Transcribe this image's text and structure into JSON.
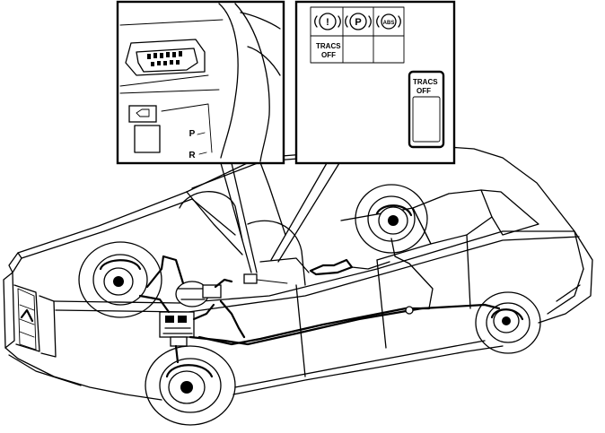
{
  "panel_right": {
    "warning_icons": [
      {
        "name": "brake-warning-icon",
        "glyph": "!"
      },
      {
        "name": "parking-brake-icon",
        "glyph": "P"
      },
      {
        "name": "abs-icon",
        "glyph": "ABS"
      }
    ],
    "cluster_tracs_line1": "TRACS",
    "cluster_tracs_line2": "OFF",
    "switch_tracs_line1": "TRACS",
    "switch_tracs_line2": "OFF"
  },
  "panel_left": {
    "gear_letters": [
      "P",
      "R"
    ]
  }
}
